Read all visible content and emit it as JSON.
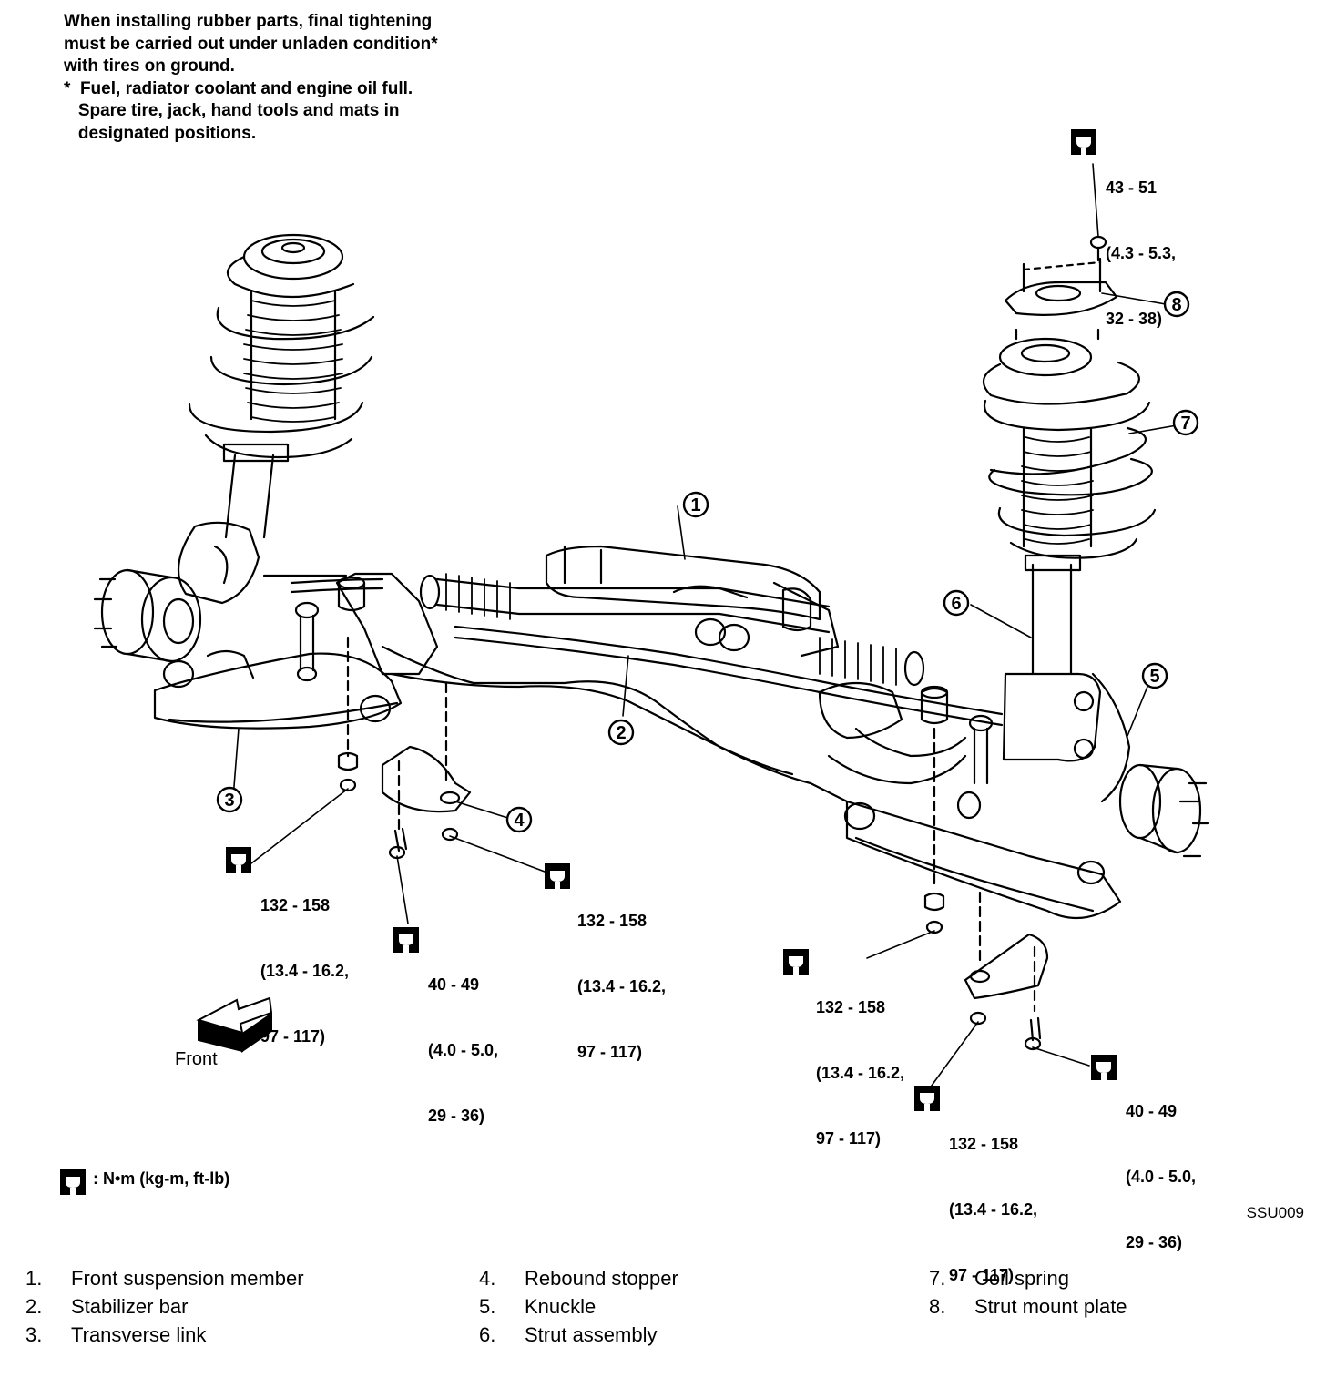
{
  "note": {
    "lines": [
      "When installing rubber parts, final tightening",
      "must be carried out under unladen condition*",
      "with tires on ground.",
      "*  Fuel, radiator coolant and engine oil full.",
      "   Spare tire, jack, hand tools and mats in",
      "   designated positions."
    ]
  },
  "torque_specs": [
    {
      "l1": "43 - 51",
      "l2": "(4.3 - 5.3,",
      "l3": "32 - 38)"
    },
    {
      "l1": "132 - 158",
      "l2": "(13.4 - 16.2,",
      "l3": "97 - 117)"
    },
    {
      "l1": "132 - 158",
      "l2": "(13.4 - 16.2,",
      "l3": "97 - 117)"
    },
    {
      "l1": "40 - 49",
      "l2": "(4.0 - 5.0,",
      "l3": "29 - 36)"
    },
    {
      "l1": "132 - 158",
      "l2": "(13.4 - 16.2,",
      "l3": "97 - 117)"
    },
    {
      "l1": "132 - 158",
      "l2": "(13.4 - 16.2,",
      "l3": "97 - 117)"
    },
    {
      "l1": "40 - 49",
      "l2": "(4.0 - 5.0,",
      "l3": "29 - 36)"
    }
  ],
  "callouts": [
    "1",
    "2",
    "3",
    "4",
    "5",
    "6",
    "7",
    "8"
  ],
  "front_label": "Front",
  "legend_units": ":  N•m  (kg-m,  ft-lb)",
  "figure_id": "SSU009",
  "parts": [
    {
      "num": "1.",
      "name": "Front suspension member"
    },
    {
      "num": "2.",
      "name": "Stabilizer bar"
    },
    {
      "num": "3.",
      "name": "Transverse link"
    },
    {
      "num": "4.",
      "name": "Rebound stopper"
    },
    {
      "num": "5.",
      "name": "Knuckle"
    },
    {
      "num": "6.",
      "name": "Strut assembly"
    },
    {
      "num": "7.",
      "name": "Coil spring"
    },
    {
      "num": "8.",
      "name": "Strut mount plate"
    }
  ],
  "icons": {
    "torque": "torque-wrench-icon",
    "front": "front-direction-arrow-icon"
  },
  "colors": {
    "ink": "#000000",
    "paper": "#ffffff"
  }
}
